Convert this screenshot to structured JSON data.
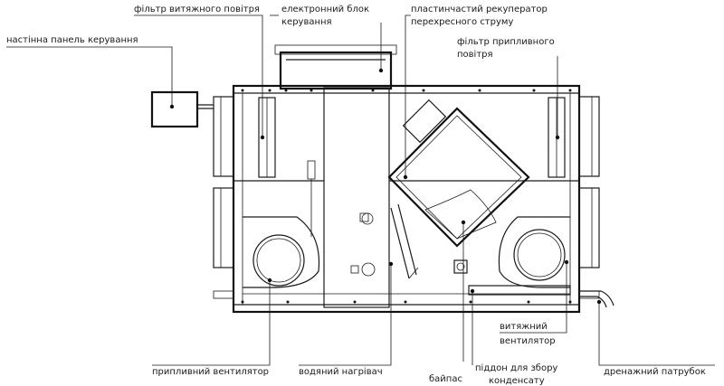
{
  "labels": {
    "exhaust_filter": "фільтр витяжного повітря",
    "control_unit_line1": "електронний блок",
    "control_unit_line2": "керування",
    "recuperator_line1": "пластинчастий рекуператор",
    "recuperator_line2": "перехресного струму",
    "wall_panel": "настінна панель керування",
    "supply_filter_line1": "фільтр припливного",
    "supply_filter_line2": "повітря",
    "exhaust_fan_line1": "витяжний",
    "exhaust_fan_line2": "вентилятор",
    "supply_fan": "припливний вентилятор",
    "water_heater": "водяний нагрівач",
    "bypass": "байпас",
    "condensate_tray_line1": "піддон для збору",
    "condensate_tray_line2": "конденсату",
    "drain_pipe": "дренажний патрубок"
  }
}
